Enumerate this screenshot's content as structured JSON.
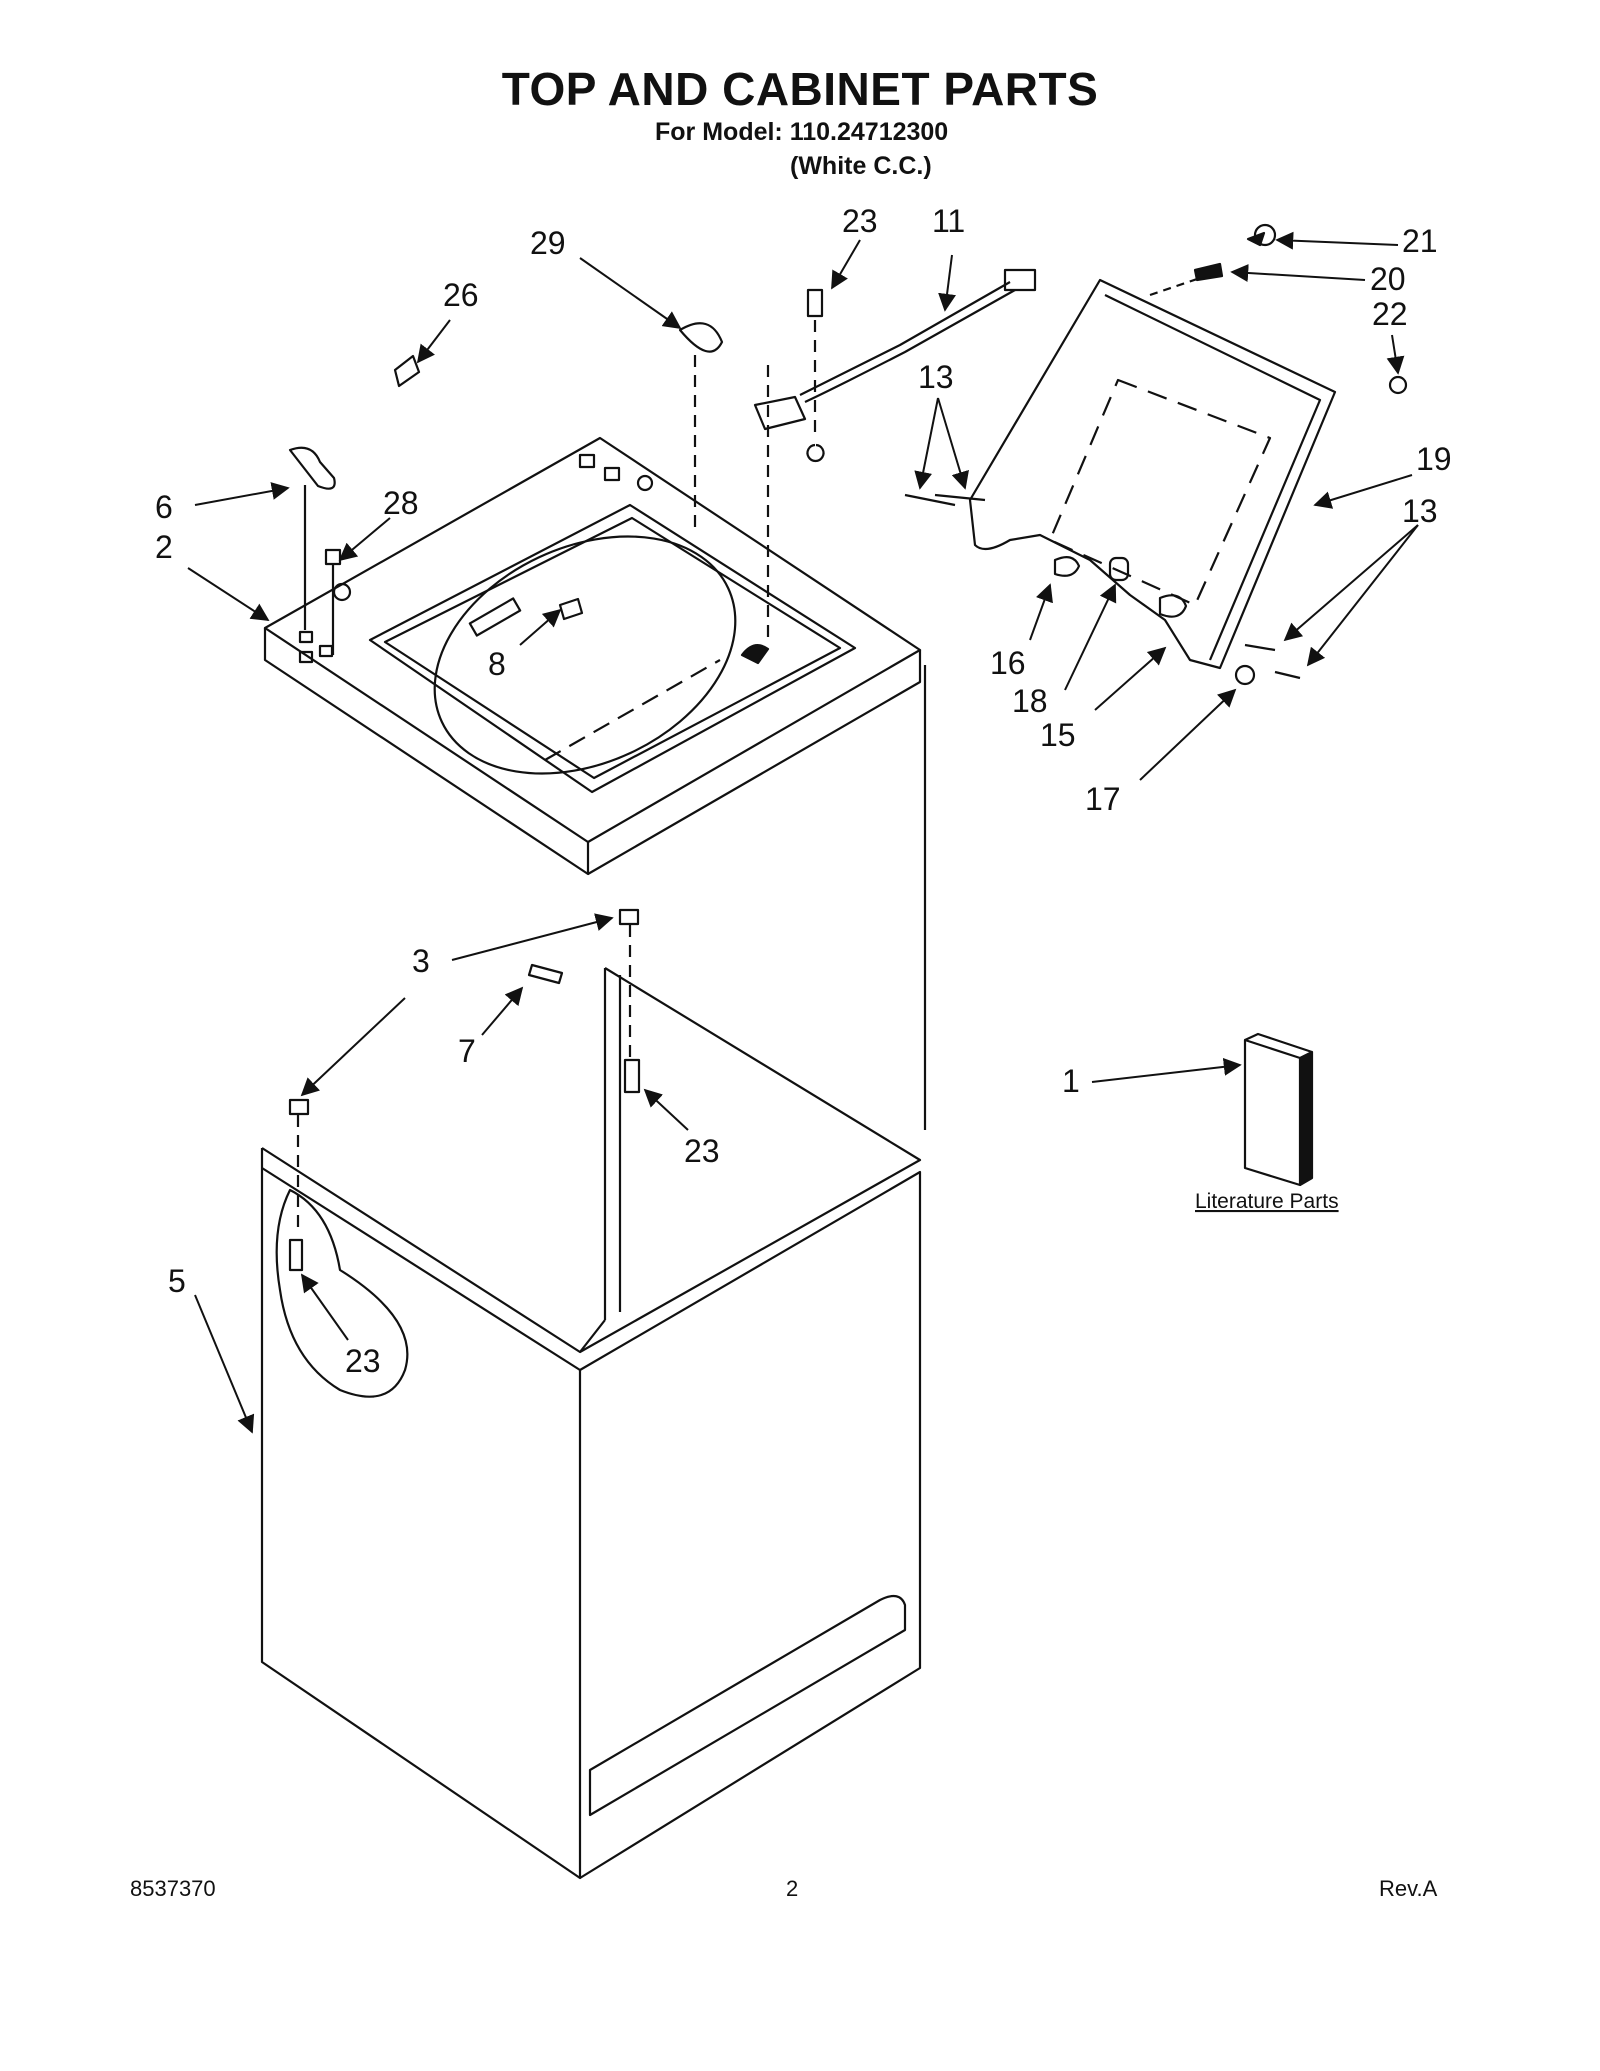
{
  "header": {
    "title": "TOP AND CABINET PARTS",
    "model_line": "For Model: 110.24712300",
    "variant_line": "(White C.C.)"
  },
  "callouts": {
    "c21": "21",
    "c20": "20",
    "c22": "22",
    "c19": "19",
    "c13a": "13",
    "c13b": "13",
    "c16": "16",
    "c18": "18",
    "c15": "15",
    "c17": "17",
    "c23a": "23",
    "c11": "11",
    "c29": "29",
    "c26": "26",
    "c6": "6",
    "c28": "28",
    "c2": "2",
    "c8": "8",
    "c3": "3",
    "c7": "7",
    "c23b": "23",
    "c1": "1",
    "c5": "5",
    "c23c": "23"
  },
  "literature_label": "Literature Parts",
  "footer": {
    "doc_number": "8537370",
    "page_number": "2",
    "revision": "Rev.A"
  },
  "colors": {
    "ink": "#111111",
    "background": "#ffffff"
  }
}
